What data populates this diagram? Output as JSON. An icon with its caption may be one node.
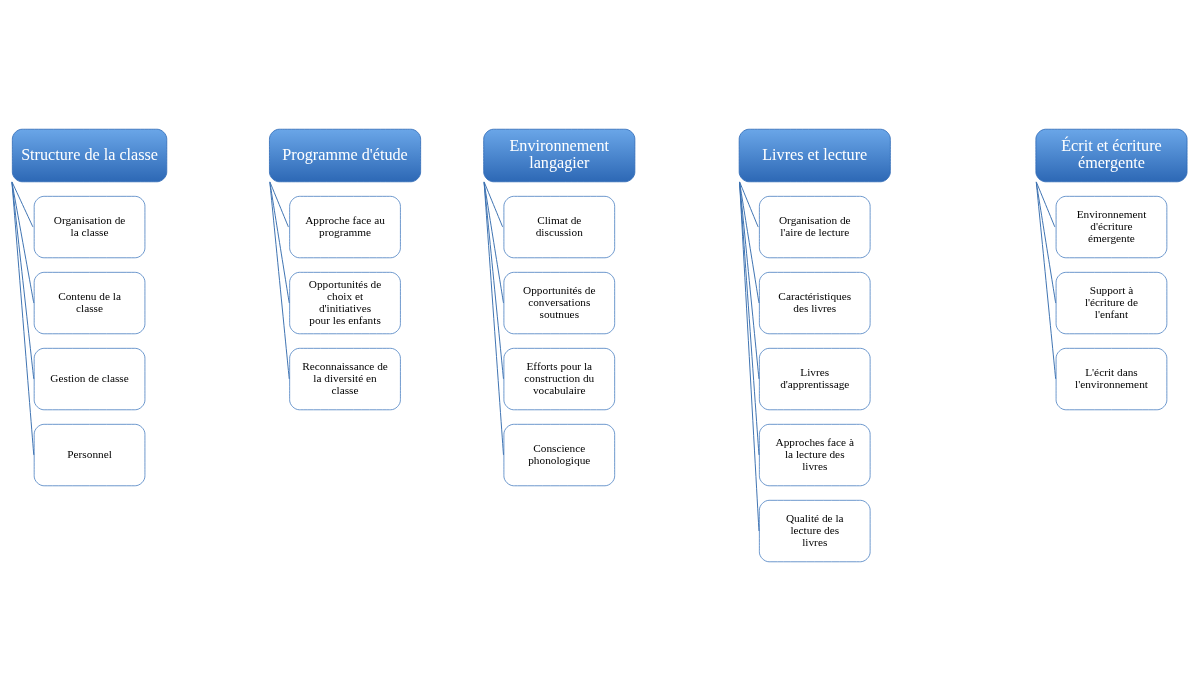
{
  "diagram": {
    "nodes": [
      {
        "text": [
          "Structure de la classe"
        ]
      },
      {
        "text": [
          "Organisation de la classe"
        ]
      },
      {
        "text": [
          "Contenu de la classe"
        ]
      },
      {
        "text": [
          "Gestion de classe"
        ]
      },
      {
        "text": [
          "Personnel"
        ]
      },
      {
        "text": [
          "Programme d'étude"
        ]
      },
      {
        "text": [
          "Approche face au programme"
        ]
      },
      {
        "text": [
          "Opportunités de choix et d'initiatives pour les enfants"
        ]
      },
      {
        "text": [
          "Reconnaissance de la diversité en classe"
        ]
      },
      {
        "text": [
          "Environnement langagier"
        ]
      },
      {
        "text": [
          "Climat de discussion"
        ]
      },
      {
        "text": [
          "Opportunités de conversations soutnues"
        ]
      },
      {
        "text": [
          "Efforts pour la construction du vocabulaire"
        ]
      },
      {
        "text": [
          "Conscience phonologique"
        ]
      },
      {
        "text": [
          "Livres et lecture"
        ]
      },
      {
        "text": [
          "Organisation de l'aire de lecture"
        ]
      },
      {
        "text": [
          "Caractéristiques des livres"
        ]
      },
      {
        "text": [
          "Livres d'apprentissage"
        ]
      },
      {
        "text": [
          "Approches face à la lecture des livres"
        ]
      },
      {
        "text": [
          "Qualité de la lecture des livres"
        ]
      },
      {
        "text": [
          "Écrit et écriture émergente"
        ]
      },
      {
        "text": [
          "Environnement d'écriture émergente"
        ]
      },
      {
        "text": [
          "Support à l'écriture de l'enfant"
        ]
      },
      {
        "text": [
          "L'écrit dans l'environnement"
        ]
      }
    ],
    "edges": [
      {
        "from": 0,
        "to": 1,
        "arrow": "none"
      },
      {
        "from": 0,
        "to": 2,
        "arrow": "none"
      },
      {
        "from": 0,
        "to": 3,
        "arrow": "none"
      },
      {
        "from": 0,
        "to": 4,
        "arrow": "none"
      },
      {
        "from": 5,
        "to": 6,
        "arrow": "none"
      },
      {
        "from": 5,
        "to": 7,
        "arrow": "none"
      },
      {
        "from": 5,
        "to": 8,
        "arrow": "none"
      },
      {
        "from": 9,
        "to": 10,
        "arrow": "none"
      },
      {
        "from": 9,
        "to": 11,
        "arrow": "none"
      },
      {
        "from": 9,
        "to": 12,
        "arrow": "none"
      },
      {
        "from": 9,
        "to": 13,
        "arrow": "none"
      },
      {
        "from": 14,
        "to": 15,
        "arrow": "none"
      },
      {
        "from": 14,
        "to": 16,
        "arrow": "none"
      },
      {
        "from": 14,
        "to": 17,
        "arrow": "none"
      },
      {
        "from": 14,
        "to": 18,
        "arrow": "none"
      },
      {
        "from": 14,
        "to": 19,
        "arrow": "none"
      },
      {
        "from": 20,
        "to": 21,
        "arrow": "none"
      },
      {
        "from": 20,
        "to": 22,
        "arrow": "none"
      },
      {
        "from": 20,
        "to": 23,
        "arrow": "none"
      }
    ]
  }
}
